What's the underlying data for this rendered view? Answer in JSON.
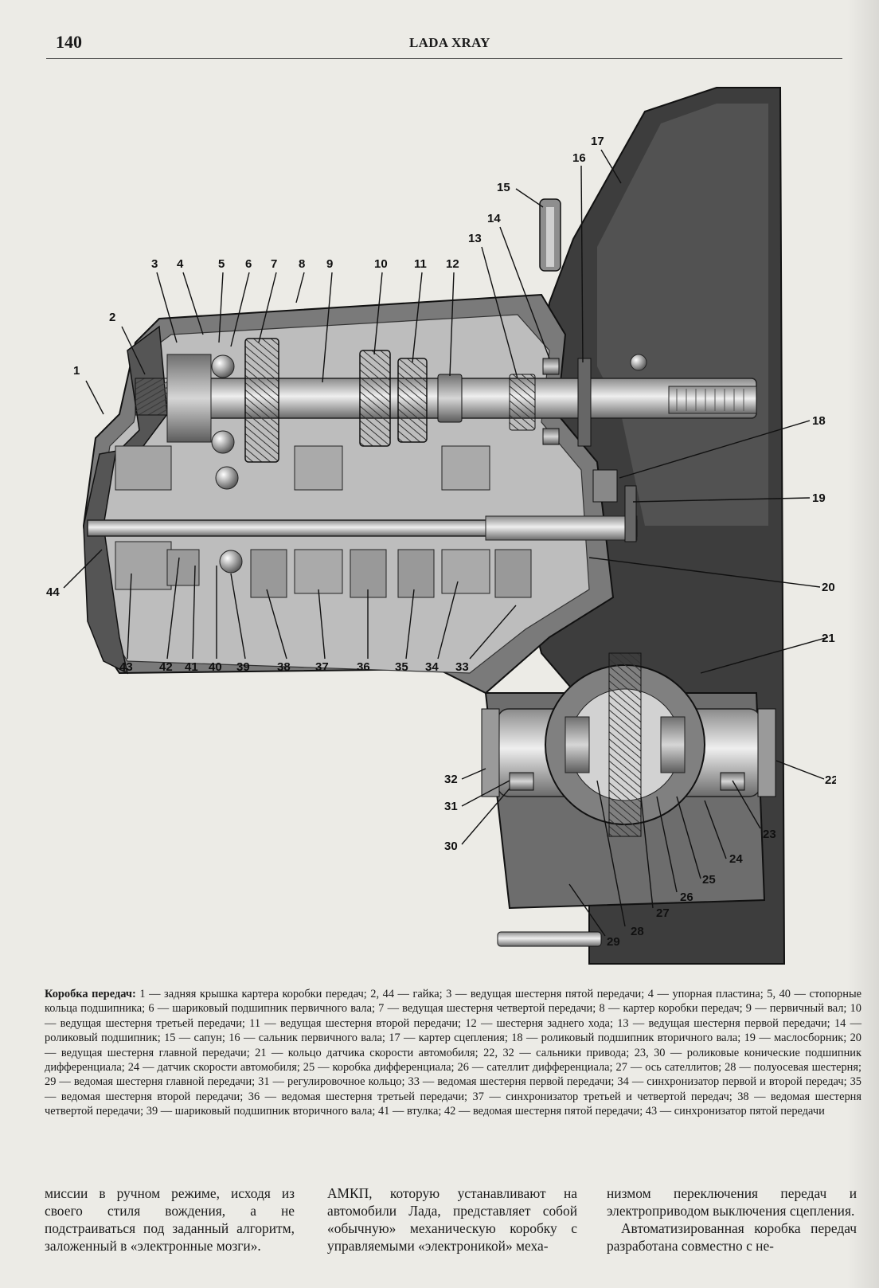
{
  "header": {
    "page_number": "140",
    "running_title": "LADA XRAY"
  },
  "figure": {
    "labels": [
      "1",
      "2",
      "3",
      "4",
      "5",
      "6",
      "7",
      "8",
      "9",
      "10",
      "11",
      "12",
      "13",
      "14",
      "15",
      "16",
      "17",
      "18",
      "19",
      "20",
      "21",
      "22",
      "23",
      "24",
      "25",
      "26",
      "27",
      "28",
      "29",
      "30",
      "31",
      "32",
      "33",
      "34",
      "35",
      "36",
      "37",
      "38",
      "39",
      "40",
      "41",
      "42",
      "43",
      "44"
    ]
  },
  "caption": {
    "title": "Коробка передач:",
    "text": " 1 — задняя крышка картера коробки передач; 2, 44 — гайка; 3 — ведущая шестерня пятой передачи; 4 — упорная пластина; 5, 40 — стопорные кольца подшипника; 6 — шариковый подшипник первичного вала; 7 — ведущая шестерня четвертой передачи; 8 — картер коробки передач; 9 — первичный вал; 10 — ведущая шестерня третьей передачи; 11 — ведущая шестерня второй передачи; 12 — шестерня заднего хода; 13 — ведущая шестерня первой передачи; 14 — роликовый подшипник; 15 — сапун; 16 — сальник первичного вала; 17 — картер сцепления; 18 — роликовый подшипник вторичного вала; 19 — маслосборник; 20 — ведущая шестерня главной передачи; 21 — кольцо датчика скорости автомобиля; 22, 32 — сальники привода; 23, 30 — роликовые конические подшипник дифференциала; 24 — датчик скорости автомобиля; 25 — коробка дифференциала; 26 — сателлит дифференциала; 27 — ось сателлитов; 28 — полуосевая шестерня; 29 — ведомая шестерня главной передачи; 31 — регулировочное кольцо; 33 — ведомая шестерня первой передачи; 34 — синхронизатор первой и второй передач; 35 — ведомая шестерня второй передачи; 36 — ведомая шестерня третьей передачи; 37 — синхронизатор третьей и четвертой передач; 38 — ведомая шестерня четвертой передачи; 39 — шариковый подшипник вторичного вала; 41 — втулка; 42 — ведомая шестерня пятой передачи; 43 — синхронизатор пятой передачи"
  },
  "body": {
    "col1": "миссии в ручном режиме, исходя из своего стиля вождения, а не подстраиваться под заданный алгоритм, заложенный в «электронные мозги».",
    "col2": "АМКП, которую устанавливают на автомобили Лада, представляет собой «обычную» механическую коробку с управляемыми «электроникой» меха-",
    "col3_p1": "низмом переключения передач и электроприводом выключения сцепления.",
    "col3_p2": "Автоматизированная коробка передач разработана совместно с не-"
  }
}
